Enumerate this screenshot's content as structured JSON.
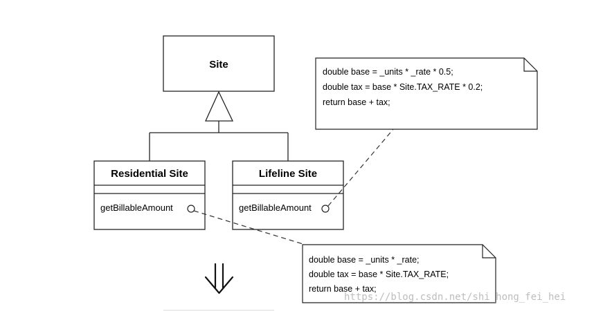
{
  "diagram": {
    "superclass": {
      "name": "Site"
    },
    "subclasses": [
      {
        "name": "Residential Site",
        "operation": "getBillableAmount"
      },
      {
        "name": "Lifeline Site",
        "operation": "getBillableAmount"
      }
    ],
    "notes": {
      "lifeline": [
        "double base = _units * _rate * 0.5;",
        "double tax = base * Site.TAX_RATE * 0.2;",
        "return base + tax;"
      ],
      "residential": [
        "double base = _units * _rate;",
        "double tax = base * Site.TAX_RATE;",
        "return base + tax;"
      ]
    },
    "arrow": "⇓"
  },
  "watermark": "https://blog.csdn.net/shi_hong_fei_hei"
}
